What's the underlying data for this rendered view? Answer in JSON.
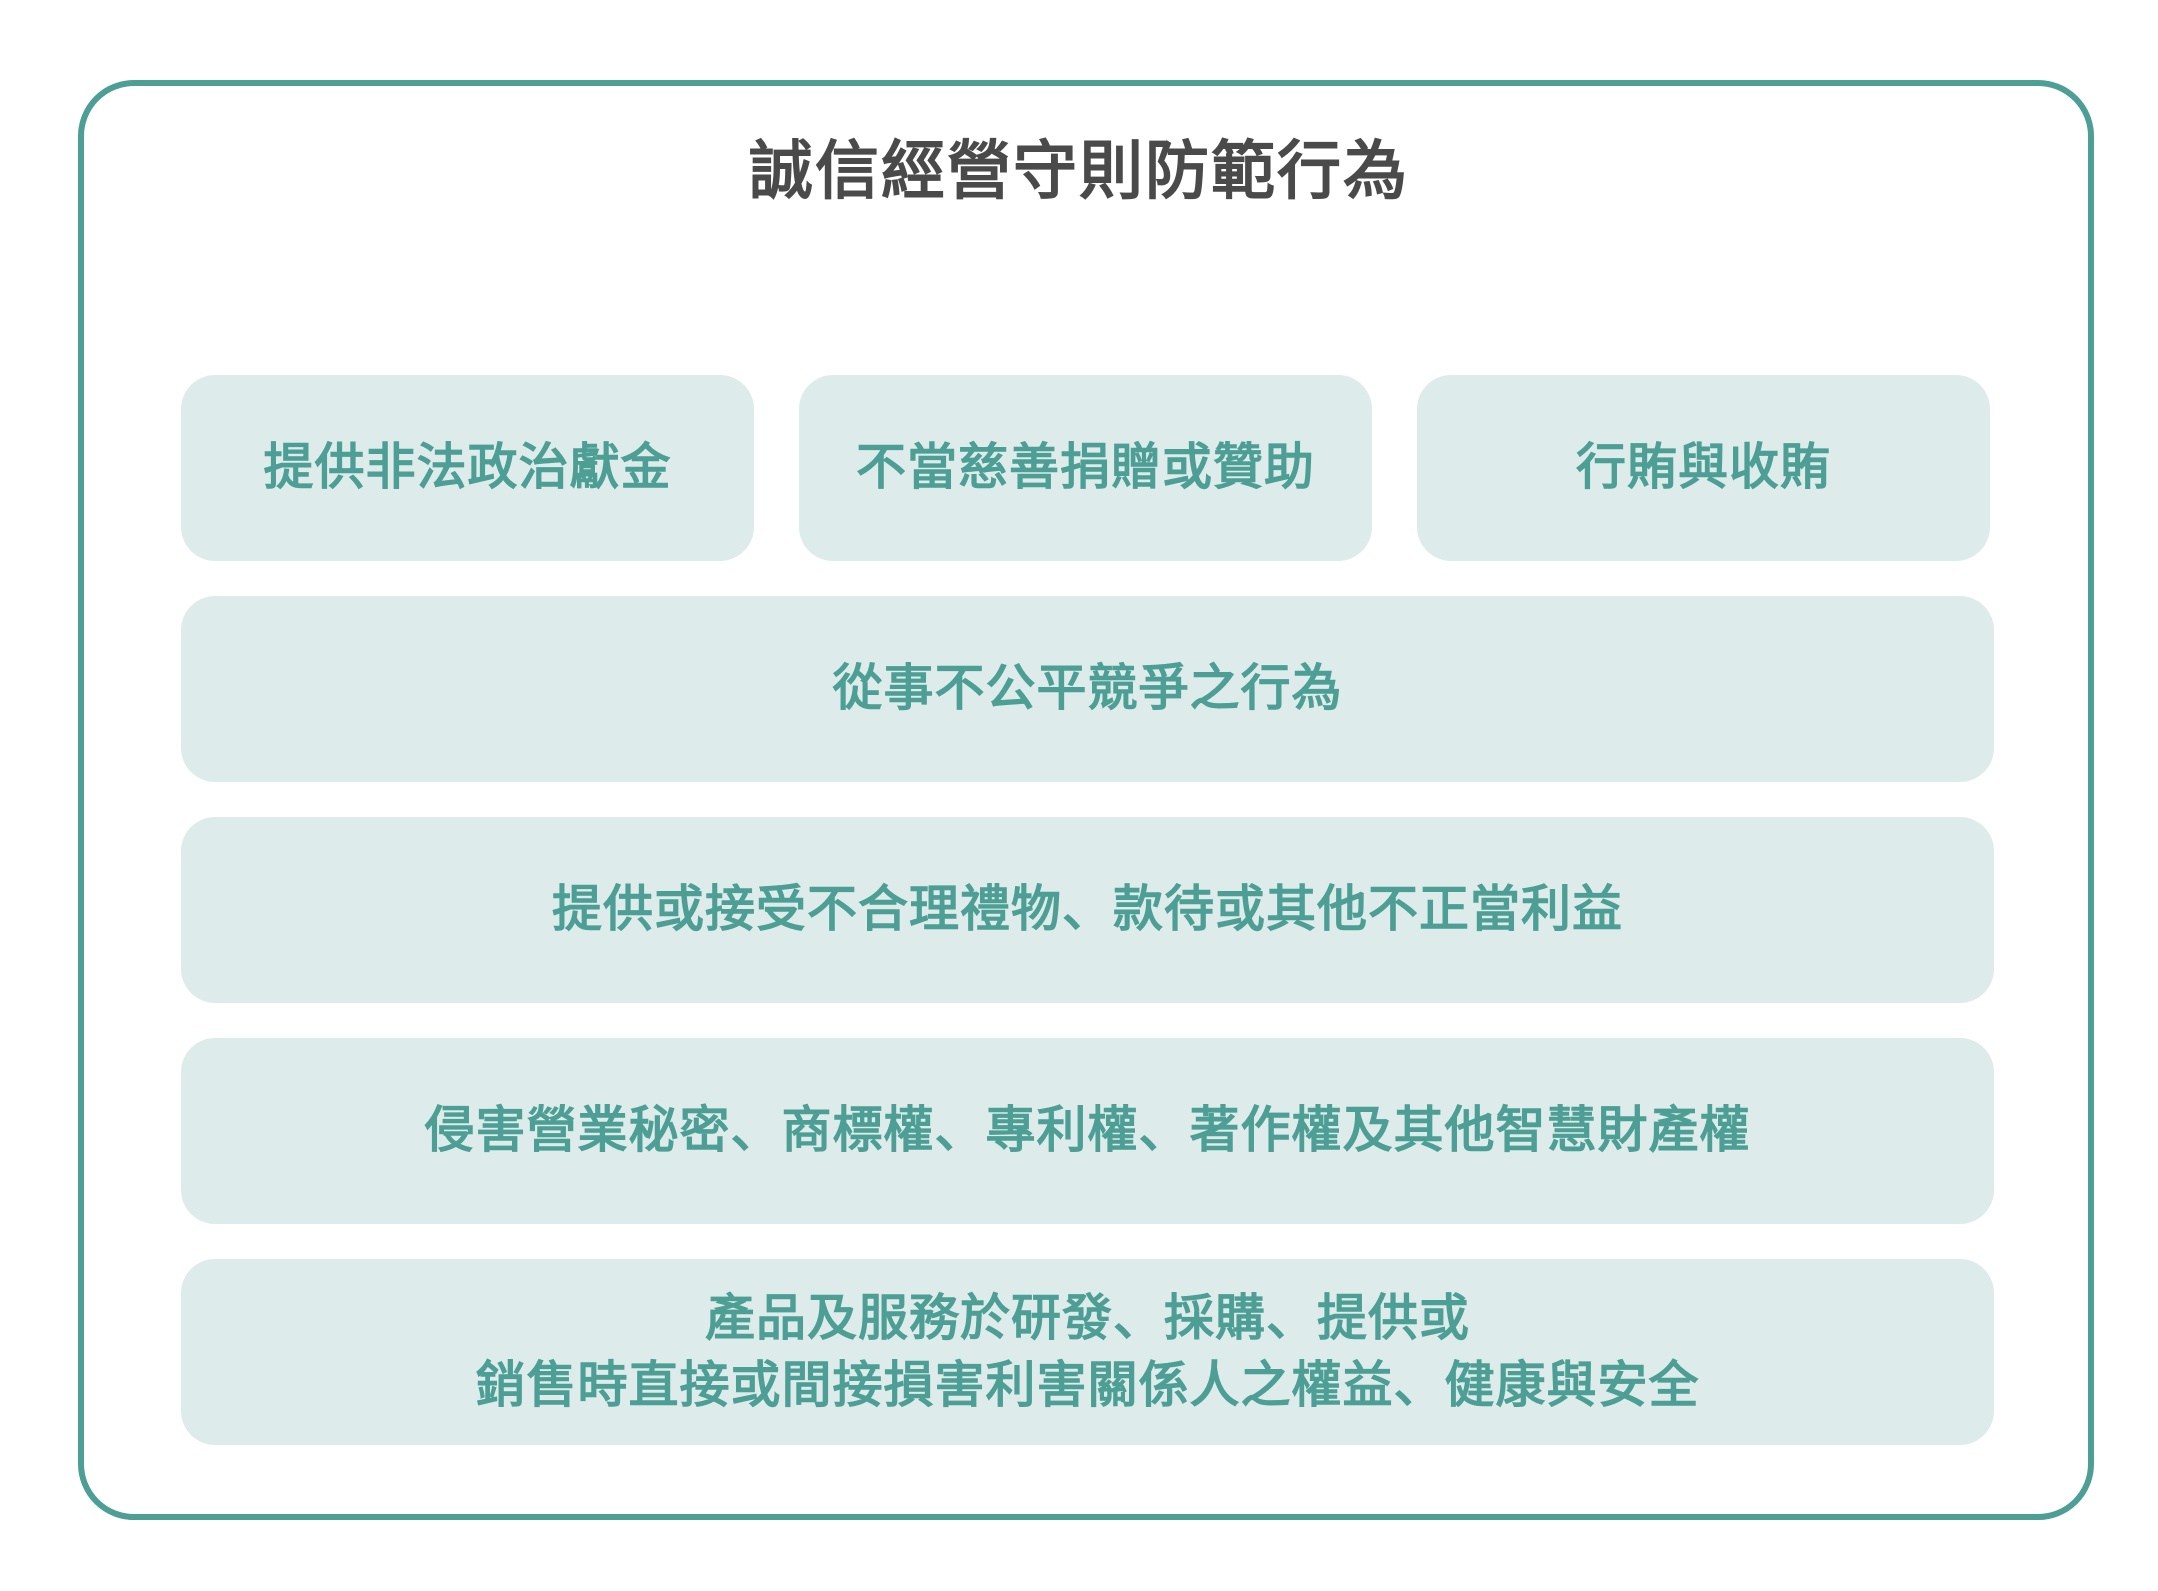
{
  "title": "誠信經營守則防範行為",
  "colors": {
    "accent": "#4d9e94",
    "box_fill": "#ddeceb",
    "title_text": "#4a4a4a",
    "background": "#ffffff"
  },
  "top_row": [
    {
      "label": "提供非法政治獻金"
    },
    {
      "label": "不當慈善捐贈或贊助"
    },
    {
      "label": "行賄與收賄"
    }
  ],
  "rows": [
    {
      "label": "從事不公平競爭之行為"
    },
    {
      "label": "提供或接受不合理禮物、款待或其他不正當利益"
    },
    {
      "label": "侵害營業秘密、商標權、專利權、著作權及其他智慧財產權"
    },
    {
      "lines": [
        "產品及服務於研發、採購、提供或",
        "銷售時直接或間接損害利害關係人之權益、健康與安全"
      ]
    }
  ]
}
